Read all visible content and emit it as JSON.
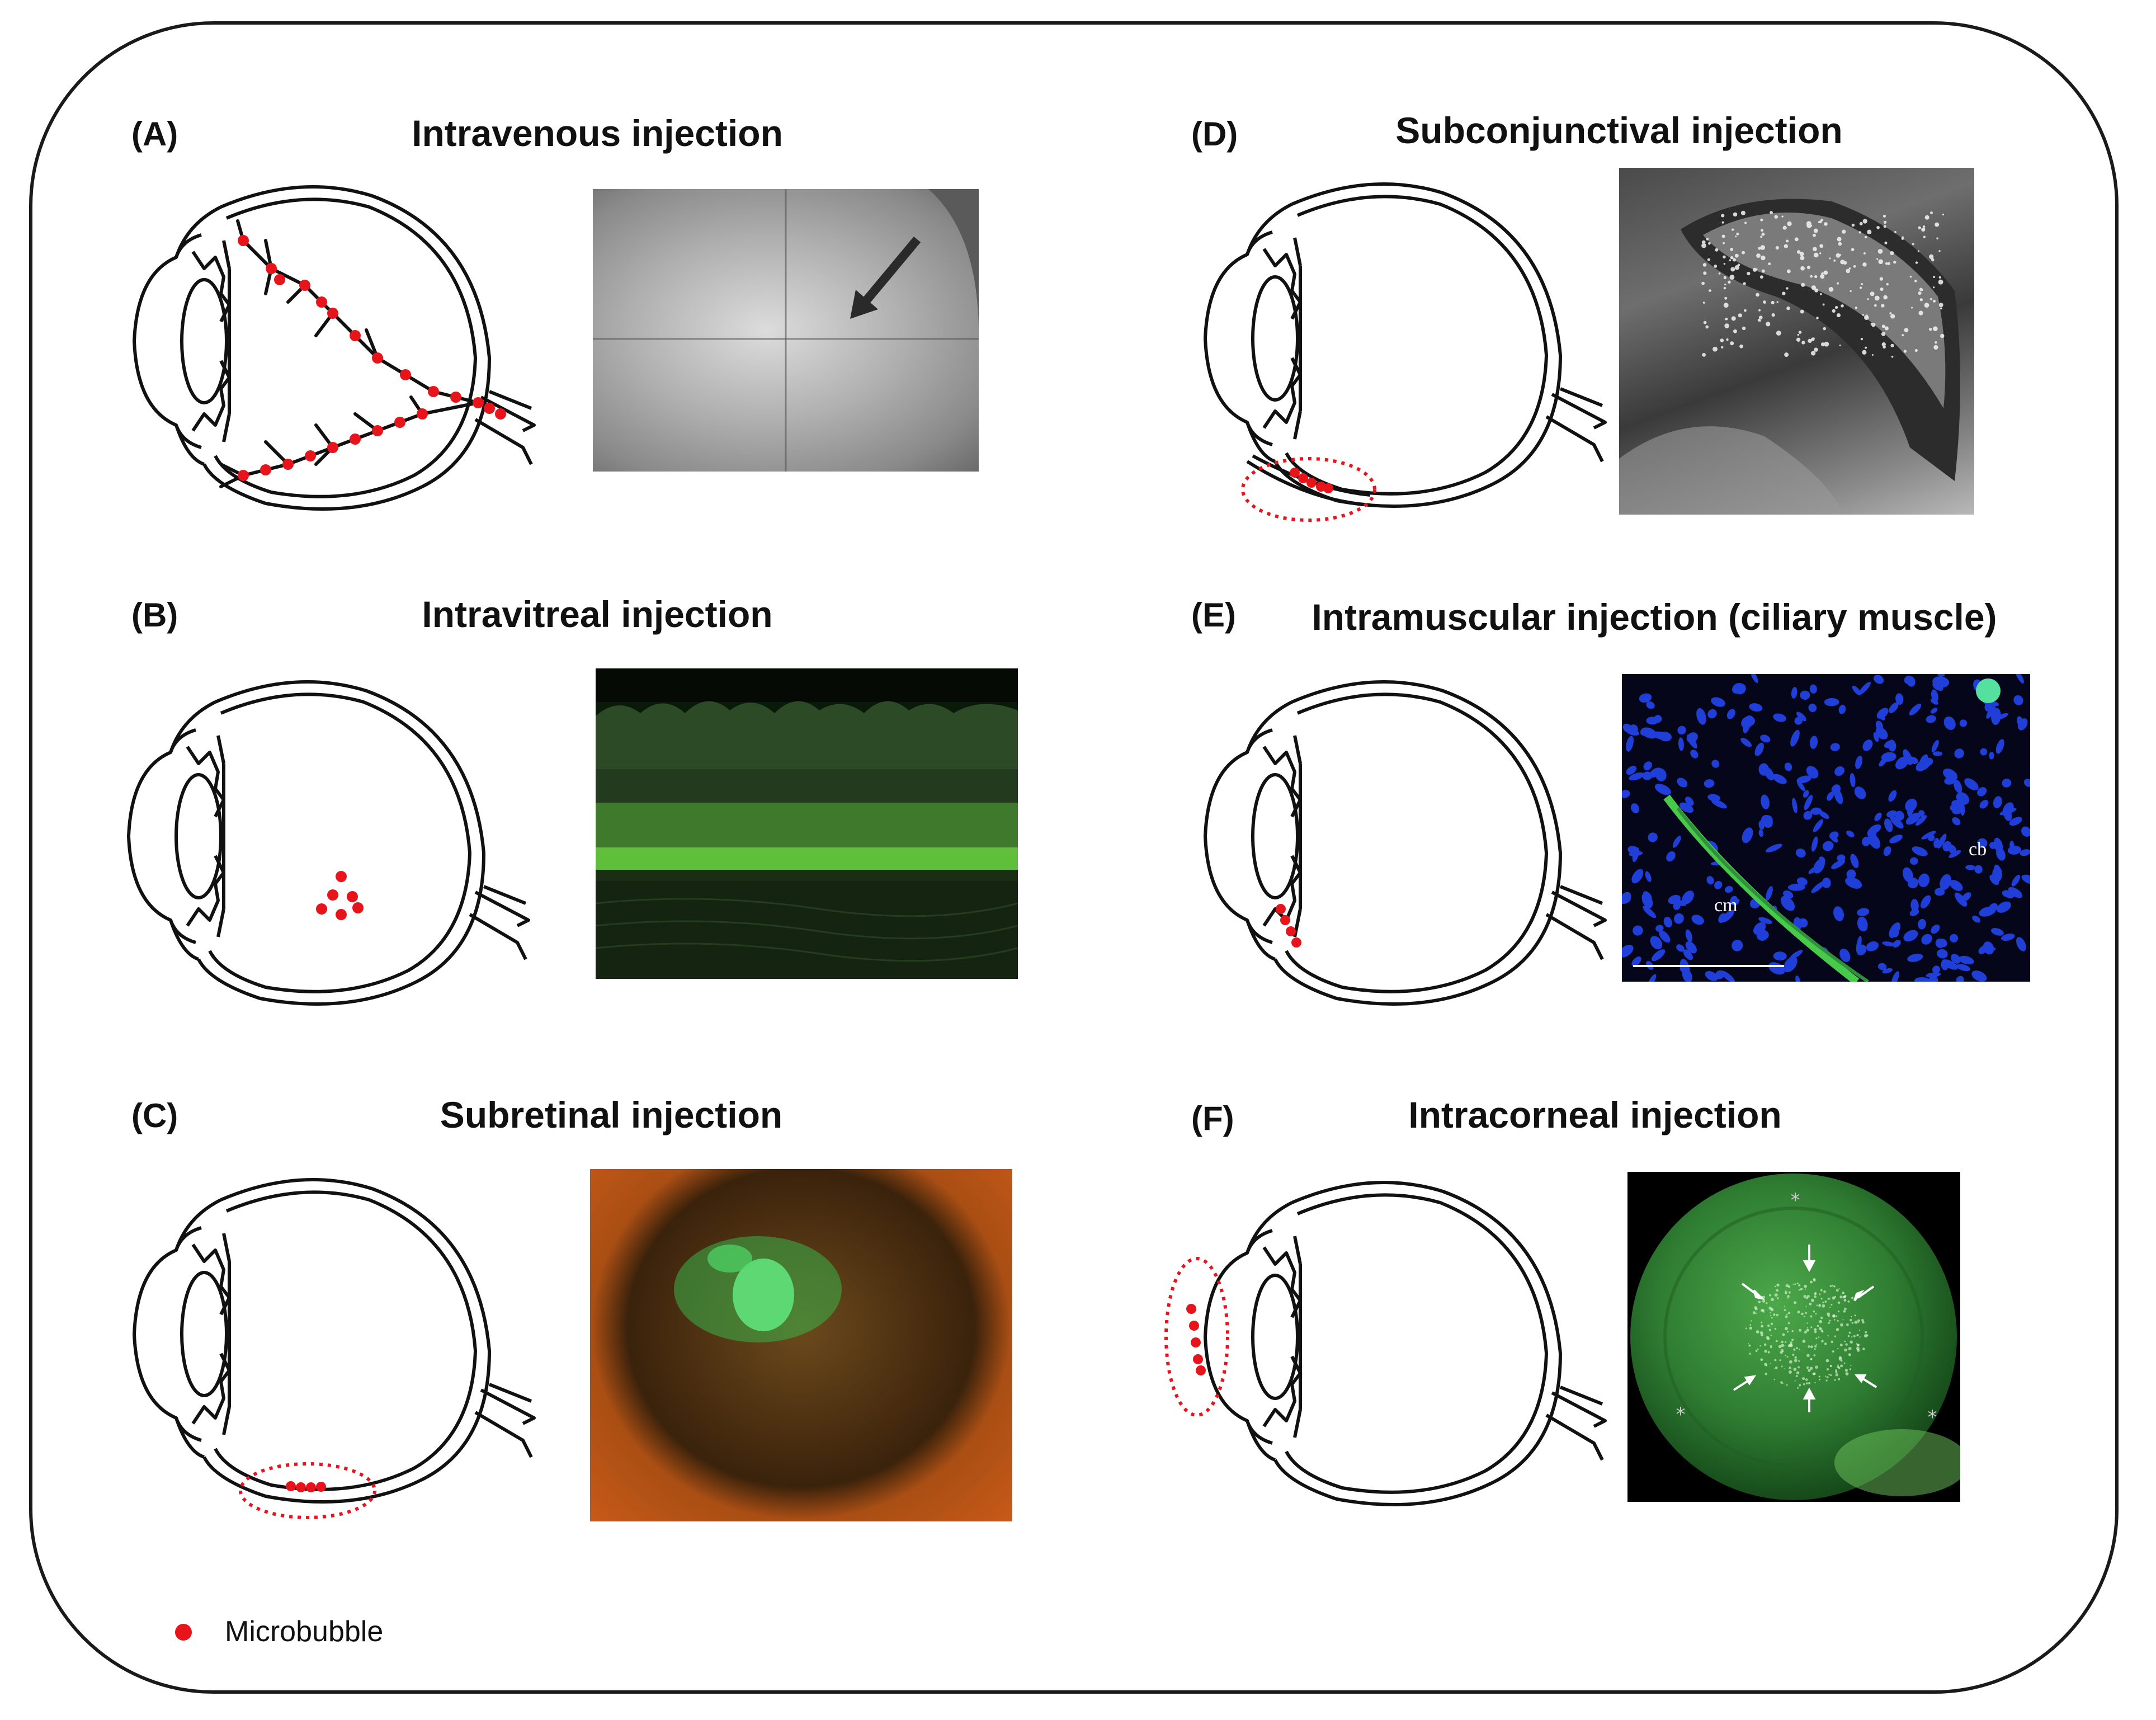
{
  "colors": {
    "frame": "#1a1a1a",
    "microbubble": "#e8141b",
    "outline": "#111111"
  },
  "panels": [
    {
      "letter": "(A)",
      "title": "Intravenous injection",
      "photo_kind": "fundus-gray"
    },
    {
      "letter": "(B)",
      "title": "Intravitreal injection",
      "photo_kind": "retina-green"
    },
    {
      "letter": "(C)",
      "title": "Subretinal injection",
      "photo_kind": "fundus-orange"
    },
    {
      "letter": "(D)",
      "title": "Subconjunctival injection",
      "photo_kind": "sclera-gray"
    },
    {
      "letter": "(E)",
      "title": "Intramuscular injection (ciliary muscle)",
      "photo_kind": "tissue-blue",
      "photo_labels": {
        "cm": "cm",
        "cb": "cb"
      }
    },
    {
      "letter": "(F)",
      "title": "Intracorneal injection",
      "photo_kind": "cornea-green"
    }
  ],
  "legend": {
    "label": "Microbubble",
    "icon": "red-dot"
  }
}
